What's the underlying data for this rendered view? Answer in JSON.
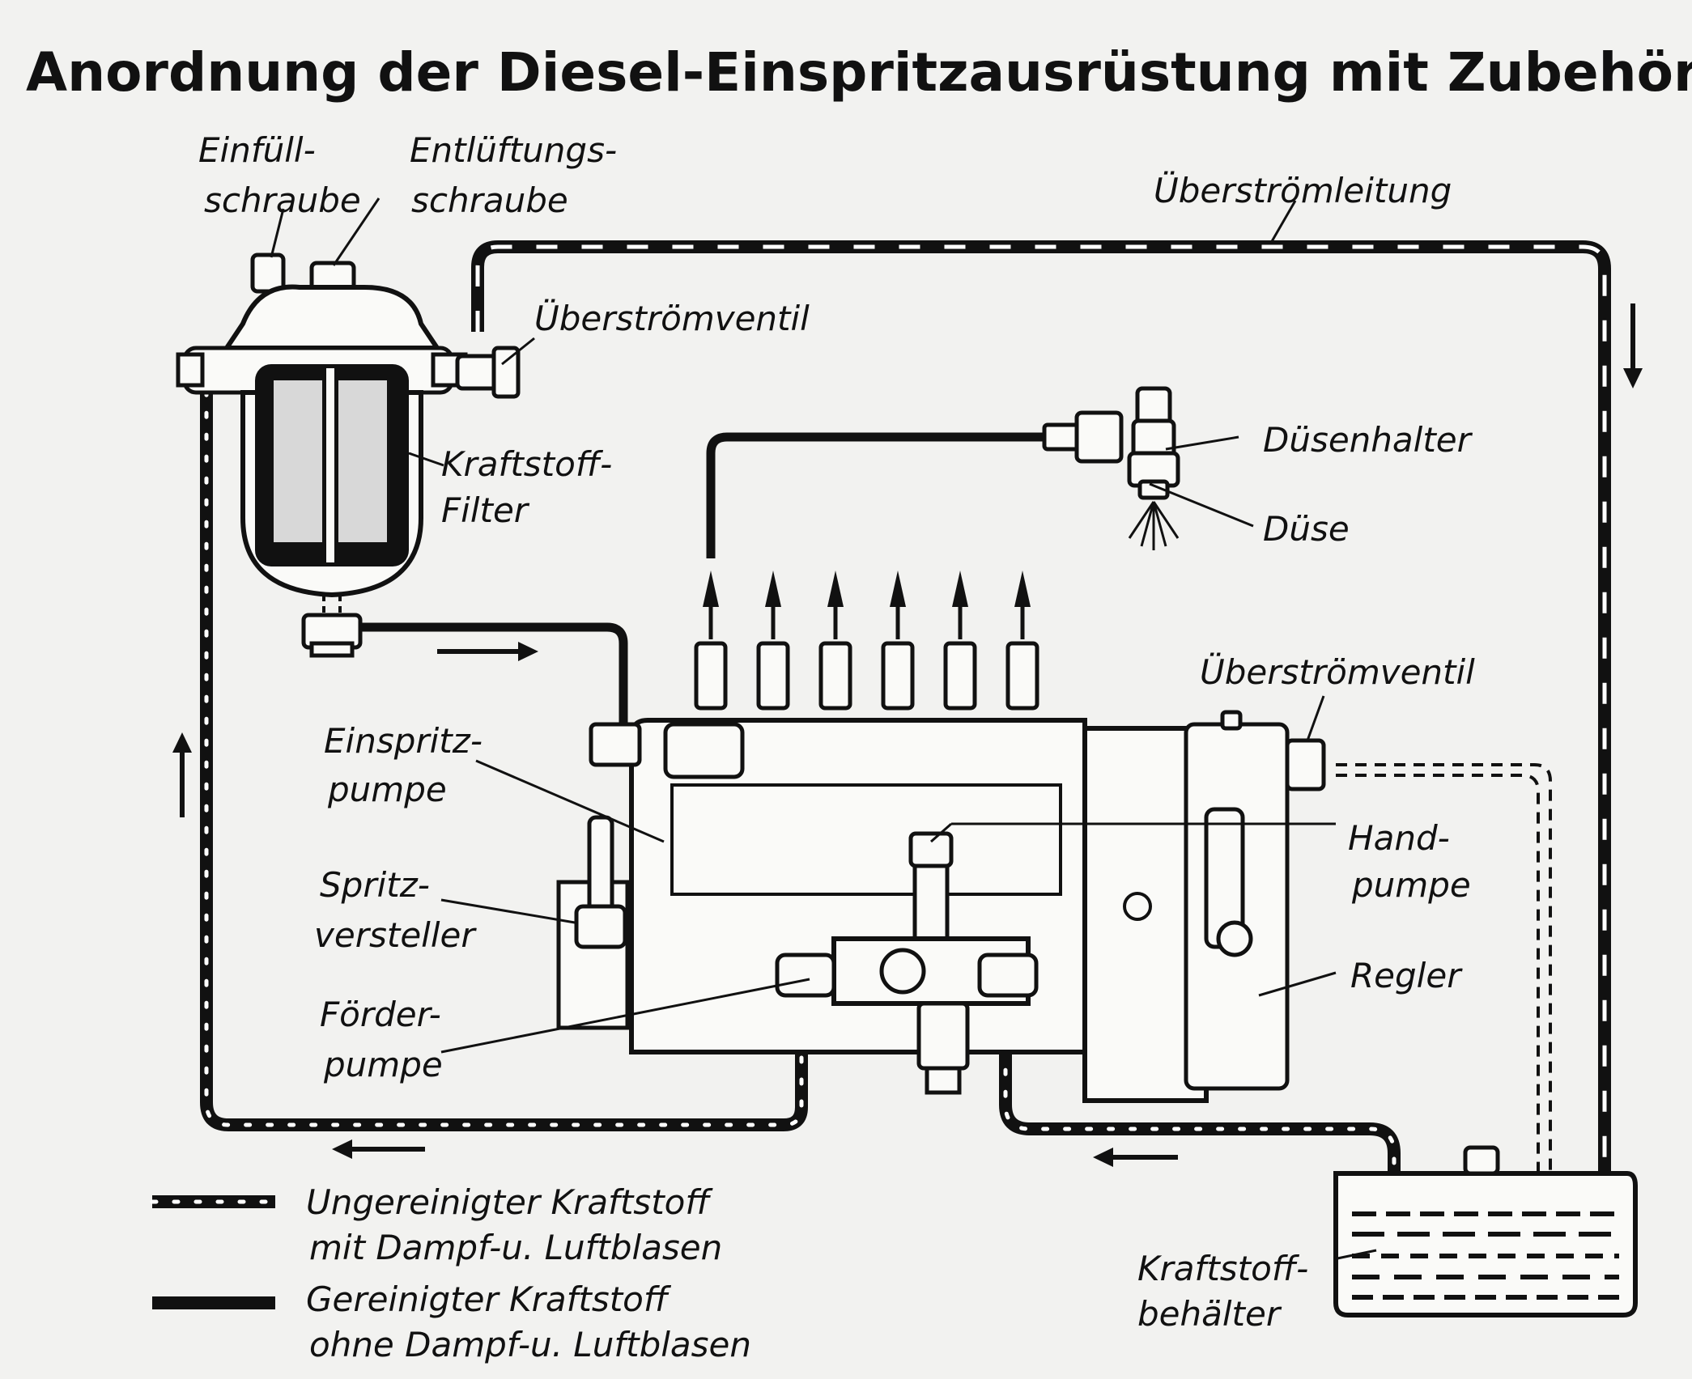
{
  "title": "Anordnung der Diesel-Einspritzausrüstung mit Zubehör",
  "labels": {
    "einfuell_1": "Einfüll-",
    "einfuell_2": "schraube",
    "entlueft_1": "Entlüftungs-",
    "entlueft_2": "schraube",
    "ueberstroemleitung": "Überströmleitung",
    "ueberstroemventil_top": "Überströmventil",
    "filter_1": "Kraftstoff-",
    "filter_2": "Filter",
    "duesenhalter": "Düsenhalter",
    "duese": "Düse",
    "ueberstroemventil_right": "Überströmventil",
    "einspritz_1": "Einspritz-",
    "einspritz_2": "pumpe",
    "hand_1": "Hand-",
    "hand_2": "pumpe",
    "spritz_1": "Spritz-",
    "spritz_2": "versteller",
    "regler": "Regler",
    "foerder_1": "Förder-",
    "foerder_2": "pumpe",
    "behaelter_1": "Kraftstoff-",
    "behaelter_2": "behälter"
  },
  "legend": {
    "dirty_1": "Ungereinigter Kraftstoff",
    "dirty_2": "mit Dampf-u. Luftblasen",
    "clean_1": "Gereinigter Kraftstoff",
    "clean_2": "ohne Dampf-u. Luftblasen"
  }
}
